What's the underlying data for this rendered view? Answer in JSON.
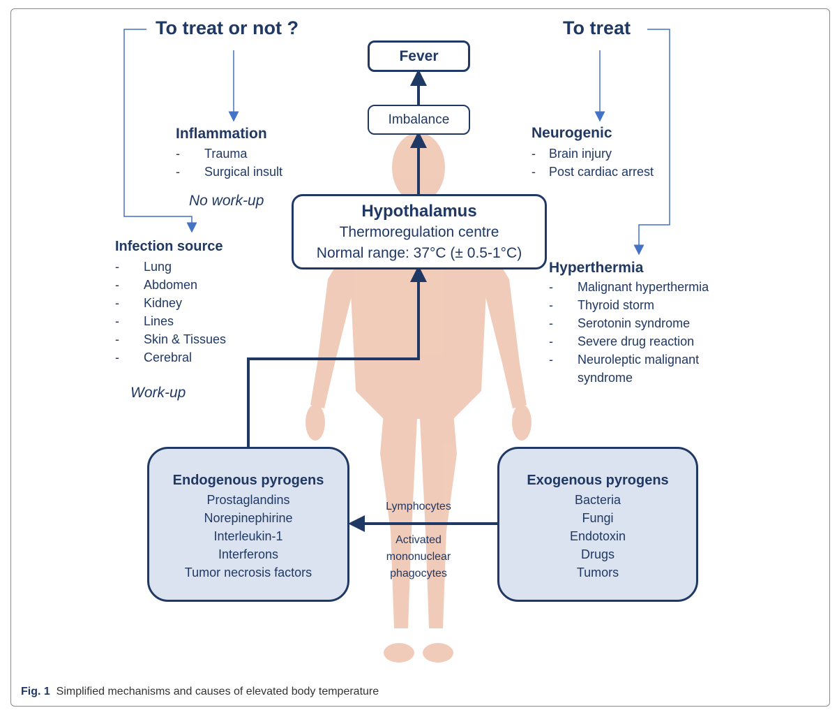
{
  "colors": {
    "navy": "#1f3864",
    "thin_arrow": "#4472c4",
    "pyrogen_fill": "#dbe3f1",
    "skin": "#efc3ad"
  },
  "headings": {
    "left": "To treat or not ?",
    "right": "To treat"
  },
  "fever": "Fever",
  "imbalance": "Imbalance",
  "hypothalamus": {
    "title": "Hypothalamus",
    "line1": "Thermoregulation centre",
    "line2": "Normal range: 37°C (± 0.5-1°C)"
  },
  "inflammation": {
    "title": "Inflammation",
    "items": [
      "Trauma",
      "Surgical insult"
    ],
    "note": "No work-up"
  },
  "infection": {
    "title": "Infection source",
    "items": [
      "Lung",
      "Abdomen",
      "Kidney",
      "Lines",
      "Skin & Tissues",
      "Cerebral"
    ],
    "note": "Work-up"
  },
  "neurogenic": {
    "title": "Neurogenic",
    "items": [
      "Brain injury",
      "Post cardiac arrest"
    ]
  },
  "hyperthermia": {
    "title": "Hyperthermia",
    "items": [
      "Malignant hyperthermia",
      "Thyroid storm",
      "Serotonin syndrome",
      "Severe drug reaction",
      "Neuroleptic malignant",
      "syndrome"
    ]
  },
  "endogenous": {
    "title": "Endogenous pyrogens",
    "items": [
      "Prostaglandins",
      "Norepinephirine",
      "Interleukin-1",
      "Interferons",
      "Tumor necrosis factors"
    ]
  },
  "exogenous": {
    "title": "Exogenous pyrogens",
    "items": [
      "Bacteria",
      "Fungi",
      "Endotoxin",
      "Drugs",
      "Tumors"
    ]
  },
  "mediators": {
    "line1": "Lymphocytes",
    "line2": "Activated",
    "line3": "mononuclear",
    "line4": "phagocytes"
  },
  "caption": {
    "label": "Fig. 1",
    "text": "Simplified mechanisms and causes of elevated body temperature"
  }
}
